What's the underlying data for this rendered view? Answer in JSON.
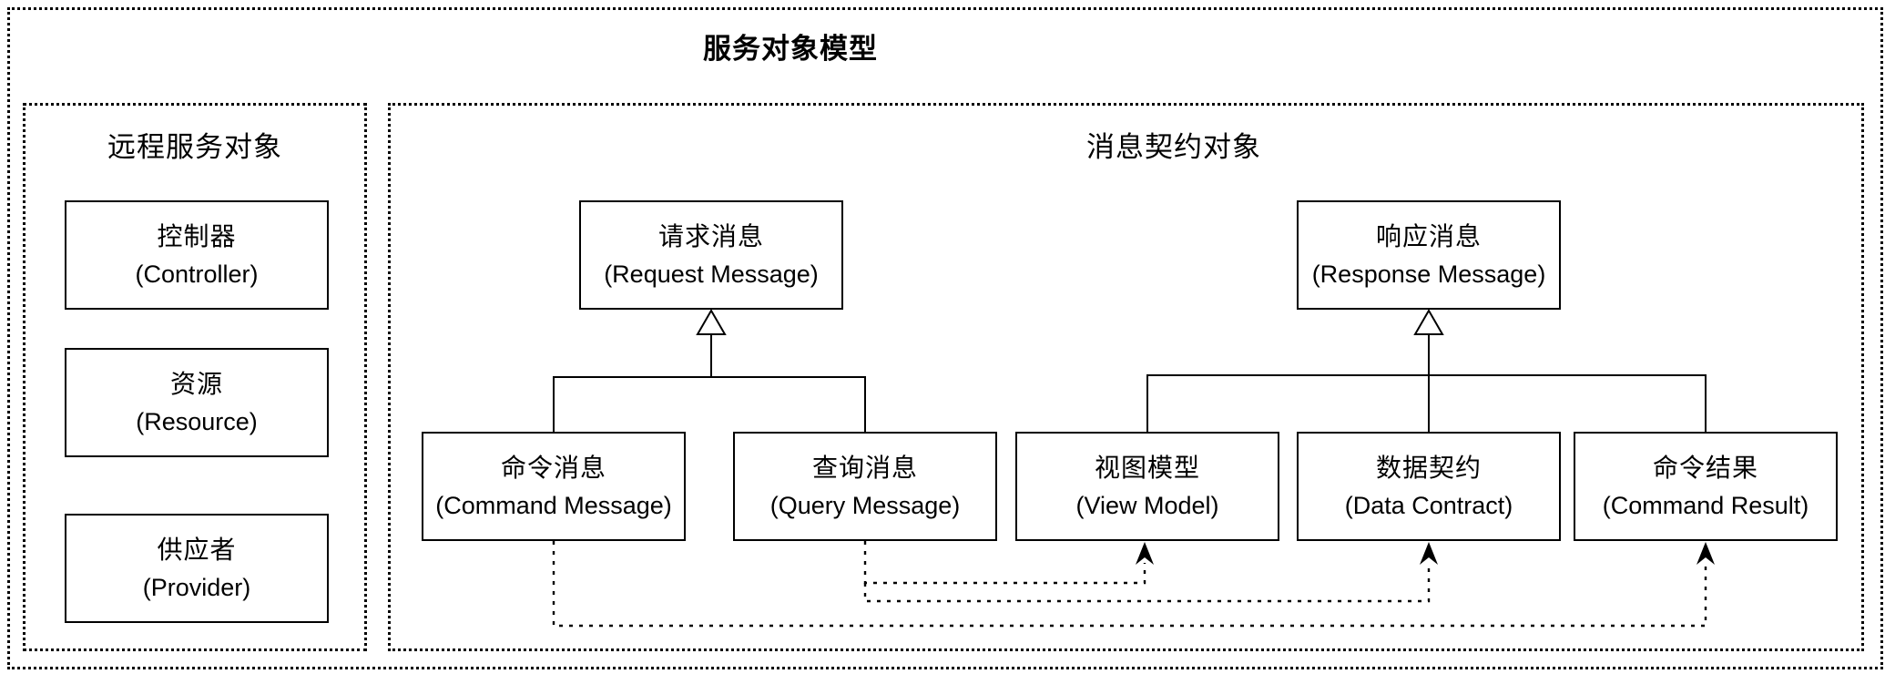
{
  "diagram": {
    "title": "服务对象模型",
    "background_color": "#ffffff",
    "line_color": "#000000"
  },
  "sections": {
    "remote": {
      "heading": "远程服务对象"
    },
    "contracts": {
      "heading": "消息契约对象"
    }
  },
  "nodes": {
    "controller": {
      "zh": "控制器",
      "en": "(Controller)"
    },
    "resource": {
      "zh": "资源",
      "en": "(Resource)"
    },
    "provider": {
      "zh": "供应者",
      "en": "(Provider)"
    },
    "request_message": {
      "zh": "请求消息",
      "en": "(Request Message)"
    },
    "response_message": {
      "zh": "响应消息",
      "en": "(Response Message)"
    },
    "command_message": {
      "zh": "命令消息",
      "en": "(Command Message)"
    },
    "query_message": {
      "zh": "查询消息",
      "en": "(Query Message)"
    },
    "view_model": {
      "zh": "视图模型",
      "en": "(View Model)"
    },
    "data_contract": {
      "zh": "数据契约",
      "en": "(Data Contract)"
    },
    "command_result": {
      "zh": "命令结果",
      "en": "(Command Result)"
    }
  },
  "edges": [
    {
      "from": "command_message",
      "to": "request_message",
      "type": "generalization"
    },
    {
      "from": "query_message",
      "to": "request_message",
      "type": "generalization"
    },
    {
      "from": "view_model",
      "to": "response_message",
      "type": "generalization"
    },
    {
      "from": "data_contract",
      "to": "response_message",
      "type": "generalization"
    },
    {
      "from": "command_result",
      "to": "response_message",
      "type": "generalization"
    },
    {
      "from": "query_message",
      "to": "view_model",
      "type": "dependency"
    },
    {
      "from": "query_message",
      "to": "data_contract",
      "type": "dependency"
    },
    {
      "from": "command_message",
      "to": "command_result",
      "type": "dependency"
    }
  ]
}
